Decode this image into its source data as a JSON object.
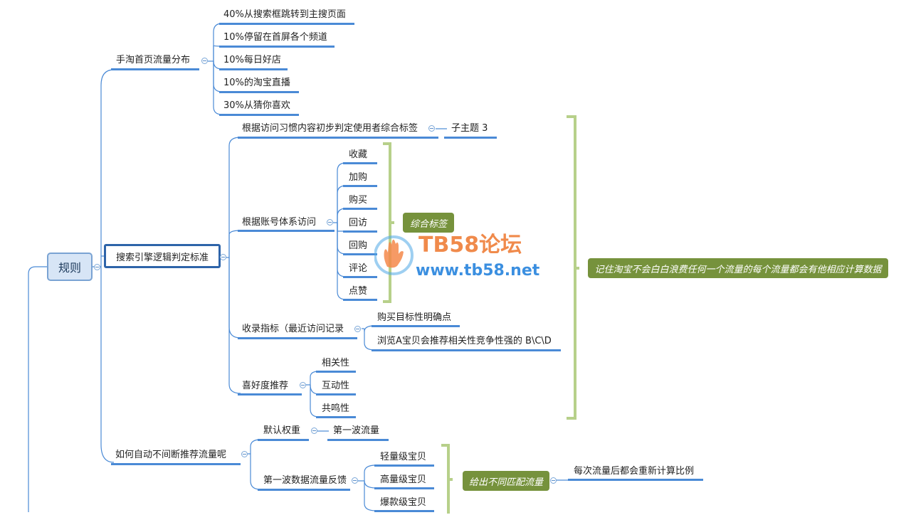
{
  "root": "规则",
  "branch1": {
    "label": "手淘首页流量分布",
    "items": [
      "40%从搜索框跳转到主搜页面",
      "10%停留在首屏各个频道",
      "10%每日好店",
      "10%的淘宝直播",
      "30%从猜你喜欢"
    ]
  },
  "branch2": {
    "label": "搜索引擎逻辑判定标准",
    "sub1": {
      "label": "根据访问习惯内容初步判定使用者综合标签",
      "child": "子主题 3"
    },
    "sub2": {
      "label": "根据账号体系访问",
      "items": [
        "收藏",
        "加购",
        "购买",
        "回访",
        "回购",
        "评论",
        "点赞"
      ],
      "tag": "综合标签"
    },
    "sub3": {
      "label": "收录指标（最近访问记录",
      "items": [
        "购买目标性明确点",
        "浏览A宝贝会推荐相关性竞争性强的 B\\C\\D"
      ]
    },
    "sub4": {
      "label": "喜好度推荐",
      "items": [
        "相关性",
        "互动性",
        "共鸣性"
      ]
    },
    "summary": "记住淘宝不会白白浪费任何一个流量的每个流量都会有他相应计算数据"
  },
  "branch3": {
    "label": "如何自动不间断推荐流量呢",
    "sub1": {
      "label": "默认权重",
      "child": "第一波流量"
    },
    "sub2": {
      "label": "第一波数据流量反馈",
      "items": [
        "轻量级宝贝",
        "高量级宝贝",
        "爆款级宝贝"
      ]
    },
    "tag": "给出不同匹配流量",
    "tag_child": "每次流量后都会重新计算比例"
  },
  "watermark": {
    "title": "TB58论坛",
    "url": "www.tb58.net"
  },
  "colors": {
    "line": "#4a8ad6",
    "green_tag": "#76923c",
    "brace": "#b7d08a",
    "root_fill": "#d7e5f6",
    "selected_border": "#2e64a9"
  }
}
